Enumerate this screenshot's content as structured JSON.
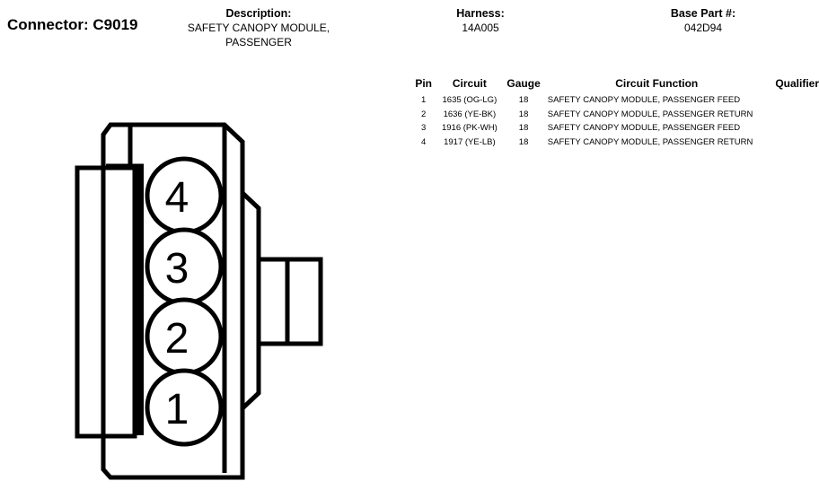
{
  "header": {
    "connector": "Connector: C9019",
    "description_label": "Description:",
    "description_line1": "SAFETY CANOPY MODULE,",
    "description_line2": "PASSENGER",
    "harness_label": "Harness:",
    "harness_value": "14A005",
    "base_part_label": "Base Part #:",
    "base_part_value": "042D94"
  },
  "table": {
    "columns": [
      "Pin",
      "Circuit",
      "Gauge",
      "Circuit Function",
      "Qualifier"
    ],
    "rows": [
      {
        "pin": "1",
        "circuit": "1635 (OG-LG)",
        "gauge": "18",
        "function": "SAFETY CANOPY MODULE, PASSENGER FEED",
        "qualifier": ""
      },
      {
        "pin": "2",
        "circuit": "1636 (YE-BK)",
        "gauge": "18",
        "function": "SAFETY CANOPY MODULE, PASSENGER RETURN",
        "qualifier": ""
      },
      {
        "pin": "3",
        "circuit": "1916 (PK-WH)",
        "gauge": "18",
        "function": "SAFETY CANOPY MODULE, PASSENGER FEED",
        "qualifier": ""
      },
      {
        "pin": "4",
        "circuit": "1917 (YE-LB)",
        "gauge": "18",
        "function": "SAFETY CANOPY MODULE, PASSENGER RETURN",
        "qualifier": ""
      }
    ]
  },
  "connector_pins": [
    "4",
    "3",
    "2",
    "1"
  ]
}
